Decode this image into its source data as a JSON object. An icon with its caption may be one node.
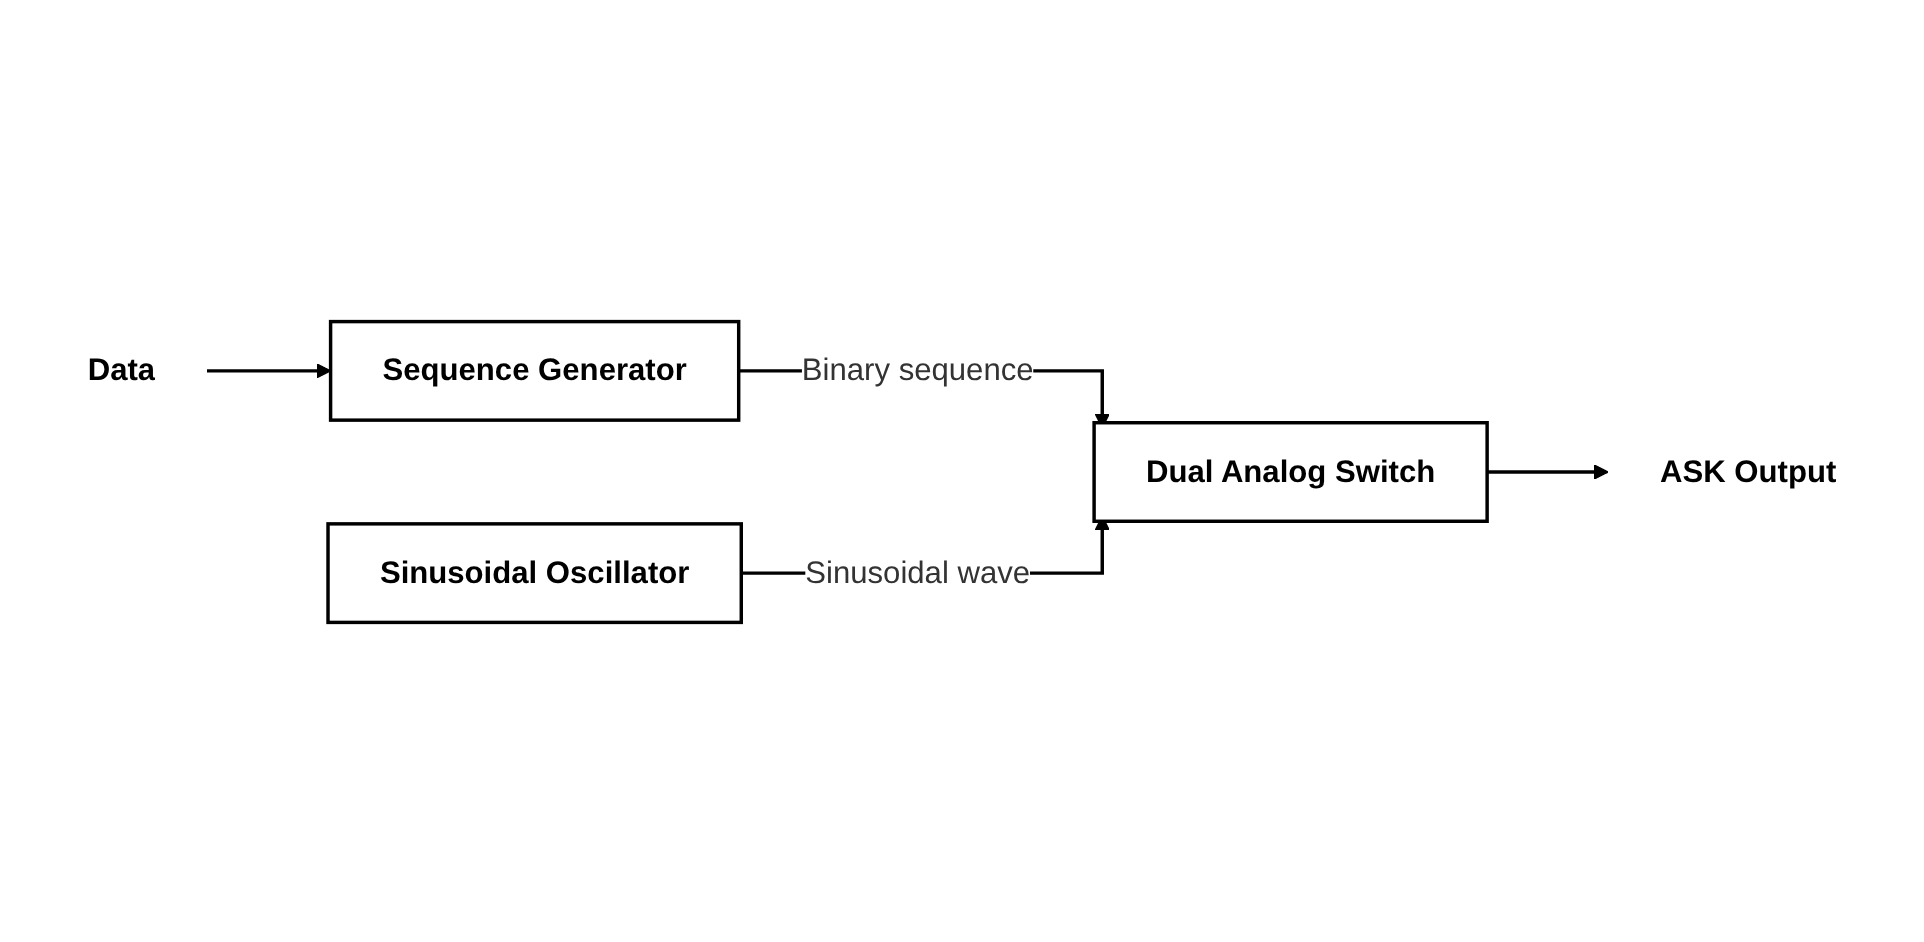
{
  "diagram": {
    "nodes": [
      {
        "text": [
          "Data"
        ]
      },
      {
        "text": [
          "Sequence Generator"
        ]
      },
      {
        "text": [
          "Dual Analog Switch"
        ]
      },
      {
        "text": [
          "ASK Output"
        ]
      },
      {
        "text": [
          "Sinusoidal Oscillator"
        ]
      }
    ],
    "edges": [
      {
        "from": 0,
        "to": 1,
        "arrow": "to"
      },
      {
        "from": 1,
        "to": 2,
        "arrow": "to",
        "label": "Binary sequence"
      },
      {
        "from": 4,
        "to": 2,
        "arrow": "to",
        "label": "Sinusoidal wave"
      },
      {
        "from": 2,
        "to": 3,
        "arrow": "to"
      }
    ]
  }
}
